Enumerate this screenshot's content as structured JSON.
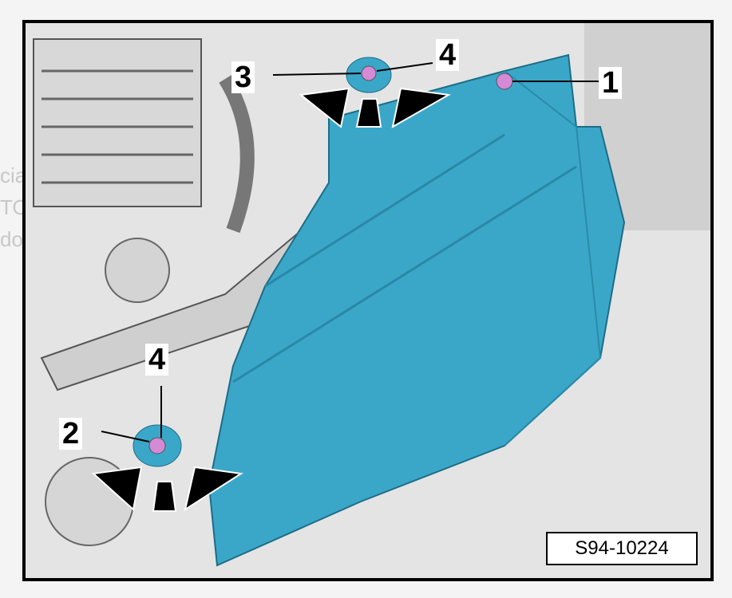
{
  "watermark": [
    "cia",
    "TO",
    "do"
  ],
  "labels": {
    "l1": "1",
    "l2": "2",
    "l3": "3",
    "l4a": "4",
    "l4b": "4"
  },
  "figure_code": "S94-10224",
  "colors": {
    "headlamp": "#3aa7c9",
    "bolt": "#d58ad6",
    "frame": "#000000"
  }
}
